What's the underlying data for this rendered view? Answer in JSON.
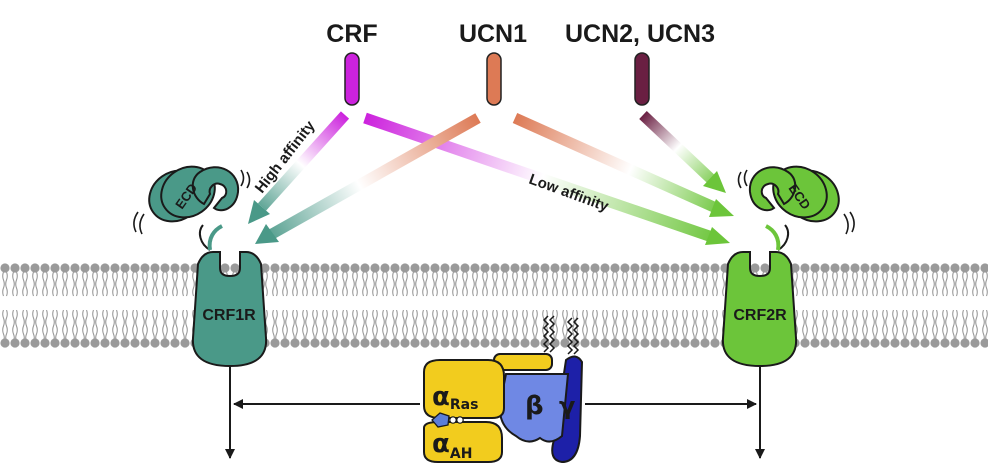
{
  "ligands": {
    "crf": "CRF",
    "ucn1": "UCN1",
    "ucn2_ucn3": "UCN2, UCN3"
  },
  "affinity": {
    "high": "High affinity",
    "low": "Low affinity"
  },
  "receptors": {
    "r1": "CRF1R",
    "r2": "CRF2R",
    "domain": "ECD"
  },
  "gprotein": {
    "alpha": "α",
    "alpha_ras_sub": "Ras",
    "alpha_ah_sub": "AH",
    "beta": "β",
    "gamma": "γ"
  },
  "colors": {
    "crf": "#cc22dd",
    "ucn1": "#dd7a55",
    "ucn23": "#6a1f42",
    "crf1r": "#4a9988",
    "crf2r": "#6cc53a",
    "alpha": "#f2cc1e",
    "beta": "#6f88e4",
    "gamma": "#1d20a8",
    "membrane": "#9a9a9a"
  }
}
